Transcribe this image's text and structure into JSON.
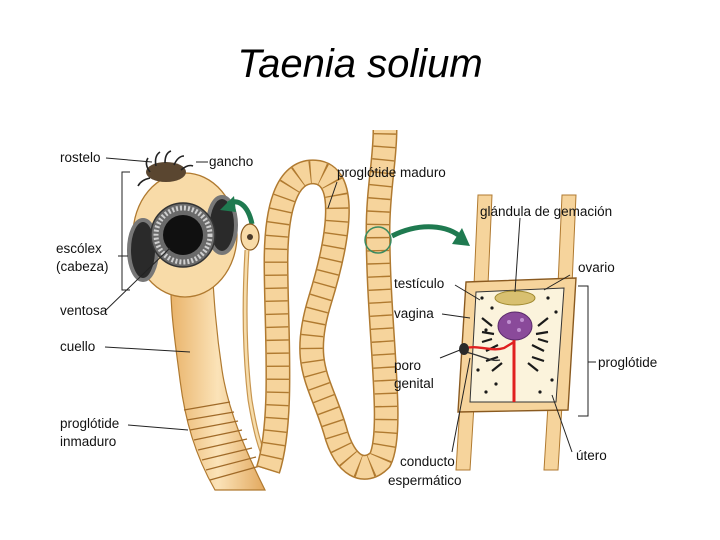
{
  "title": "Taenia solium",
  "labels": {
    "rostelo": "rostelo",
    "gancho": "gancho",
    "escolex_1": "escólex",
    "escolex_2": "(cabeza)",
    "ventosa": "ventosa",
    "cuello": "cuello",
    "inmaduro_1": "proglótide",
    "inmaduro_2": "inmaduro",
    "maduro": "proglótide maduro",
    "gemacion": "glándula de gemación",
    "testiculo": "testículo",
    "ovario": "ovario",
    "vagina": "vagina",
    "poro_1": "poro",
    "poro_2": "genital",
    "proglotide": "proglótide",
    "conducto_1": "conducto",
    "conducto_2": "espermático",
    "utero": "útero"
  },
  "colors": {
    "worm_fill": "#f6d49c",
    "worm_stroke": "#b07a30",
    "arrow": "#1f7a50",
    "uterus": "#e02020",
    "ovary": "#8a4a9a",
    "gland": "#d8c070"
  }
}
